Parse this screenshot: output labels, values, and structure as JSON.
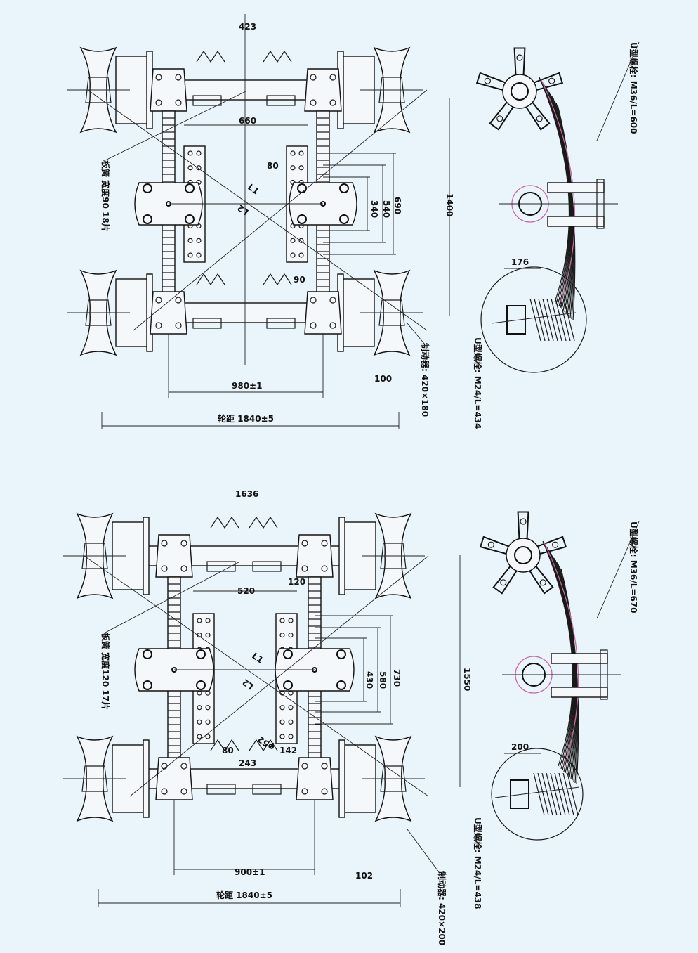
{
  "colors": {
    "background": "#e9f4fb",
    "line": "#111111",
    "accent": "#c86aa0"
  },
  "top": {
    "dim_423": "423",
    "dim_660": "660",
    "dim_80": "80",
    "dim_690": "690",
    "dim_540": "540",
    "dim_340": "340",
    "dim_1400": "1400",
    "dim_176": "176",
    "dim_90": "90",
    "dim_980": "980±1",
    "dim_100": "100",
    "track": "轮距 1840±5",
    "label_L1": "L1",
    "label_L2": "L2",
    "leaf_spring": "板簧 宽度90  18片",
    "u_bolt_main": "U型螺栓: M36/L=600",
    "u_bolt_small": "U型螺栓: M24/L=434",
    "brake": "制动器: 420×180"
  },
  "bottom": {
    "dim_1636": "1636",
    "dim_520": "520",
    "dim_120": "120",
    "dim_730": "730",
    "dim_580": "580",
    "dim_430": "430",
    "dim_1550": "1550",
    "dim_200": "200",
    "dim_80": "80",
    "dim_142": "142",
    "dim_phi": "φ52",
    "dim_243": "243",
    "dim_900": "900±1",
    "dim_102": "102",
    "track": "轮距 1840±5",
    "label_L1": "L1",
    "label_L2": "L2",
    "leaf_spring": "板簧 宽度120  17片",
    "u_bolt_main": "U型螺栓: M36/L=670",
    "u_bolt_small": "U型螺栓: M24/L=438",
    "brake": "制动器: 420×200"
  }
}
